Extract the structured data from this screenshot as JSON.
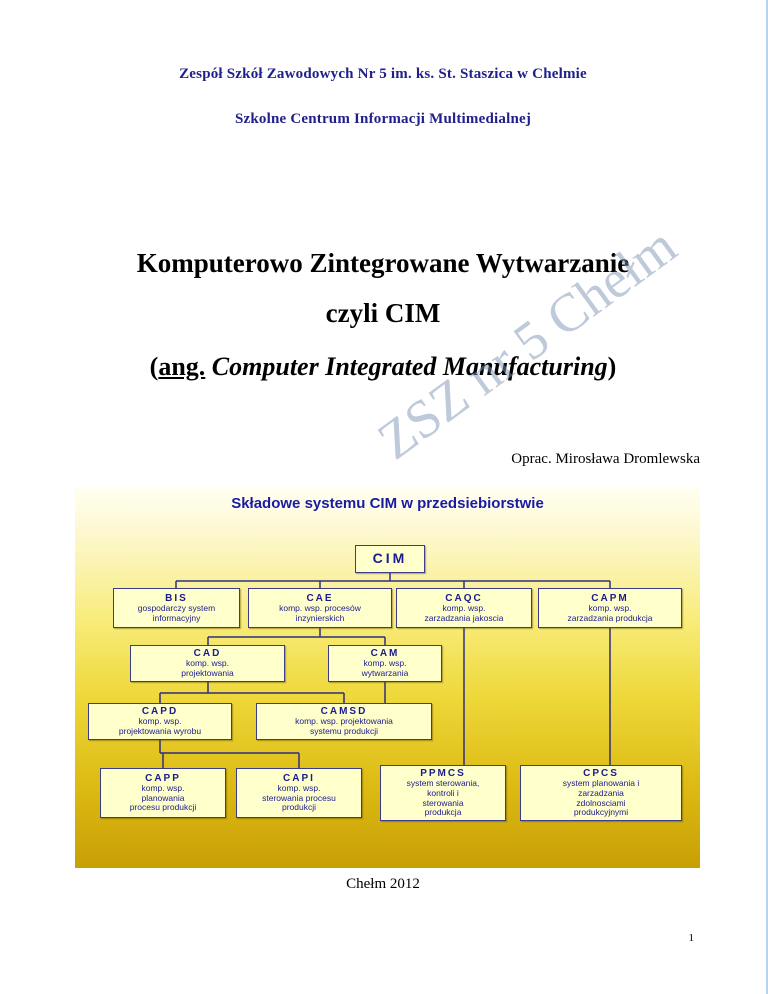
{
  "page": {
    "header_line1": "Zespół Szkół Zawodowych Nr 5 im. ks. St. Staszica w Chelmie",
    "header_line2": "Szkolne Centrum Informacji Multimedialnej",
    "title_line1": "Komputerowo Zintegrowane Wytwarzanie",
    "title_line2": "czyli CIM",
    "title_line3_open": "(",
    "title_line3_ang": "ang.",
    "title_line3_italic": " Computer Integrated Manufacturing",
    "title_line3_close": ")",
    "author": "Oprac. Mirosława Dromlewska",
    "footer": "Chełm 2012",
    "page_number": "1",
    "watermark": "ZSZ nr 5 Chełm"
  },
  "diagram": {
    "title": "Składowe systemu CIM w przedsiebiorstwie",
    "nodes": {
      "cim": {
        "abbr": "CIM",
        "desc": ""
      },
      "bis": {
        "abbr": "BIS",
        "desc": "gospodarczy system\ninformacyjny"
      },
      "cae": {
        "abbr": "CAE",
        "desc": "komp. wsp. procesów\ninzynierskich"
      },
      "caqc": {
        "abbr": "CAQC",
        "desc": "komp. wsp.\nzarzadzania jakoscia"
      },
      "capm": {
        "abbr": "CAPM",
        "desc": "komp. wsp.\nzarzadzania produkcja"
      },
      "cad": {
        "abbr": "CAD",
        "desc": "komp. wsp.\nprojektowania"
      },
      "cam": {
        "abbr": "CAM",
        "desc": "komp. wsp.\nwytwarzania"
      },
      "capd": {
        "abbr": "CAPD",
        "desc": "komp. wsp.\nprojektowania wyrobu"
      },
      "camsd": {
        "abbr": "CAMSD",
        "desc": "komp. wsp. projektowania\nsystemu produkcji"
      },
      "capp": {
        "abbr": "CAPP",
        "desc": "komp. wsp.\nplanowania\nprocesu produkcji"
      },
      "capi": {
        "abbr": "CAPI",
        "desc": "komp. wsp.\nsterowania procesu\nprodukcji"
      },
      "ppmcs": {
        "abbr": "PPMCS",
        "desc": "system sterowania,\nkontroli i\nsterowania\nprodukcja"
      },
      "cpcs": {
        "abbr": "CPCS",
        "desc": "system planowania i\nzarzadzania\nzdolnosciami\nprodukcyjnymi"
      }
    },
    "colors": {
      "box_fill": "#ffffcc",
      "box_border": "#3c3c8c",
      "text_navy": "#1b1b8f",
      "background_gold_top": "#fffff2",
      "background_gold_bottom": "#c89f05"
    }
  }
}
